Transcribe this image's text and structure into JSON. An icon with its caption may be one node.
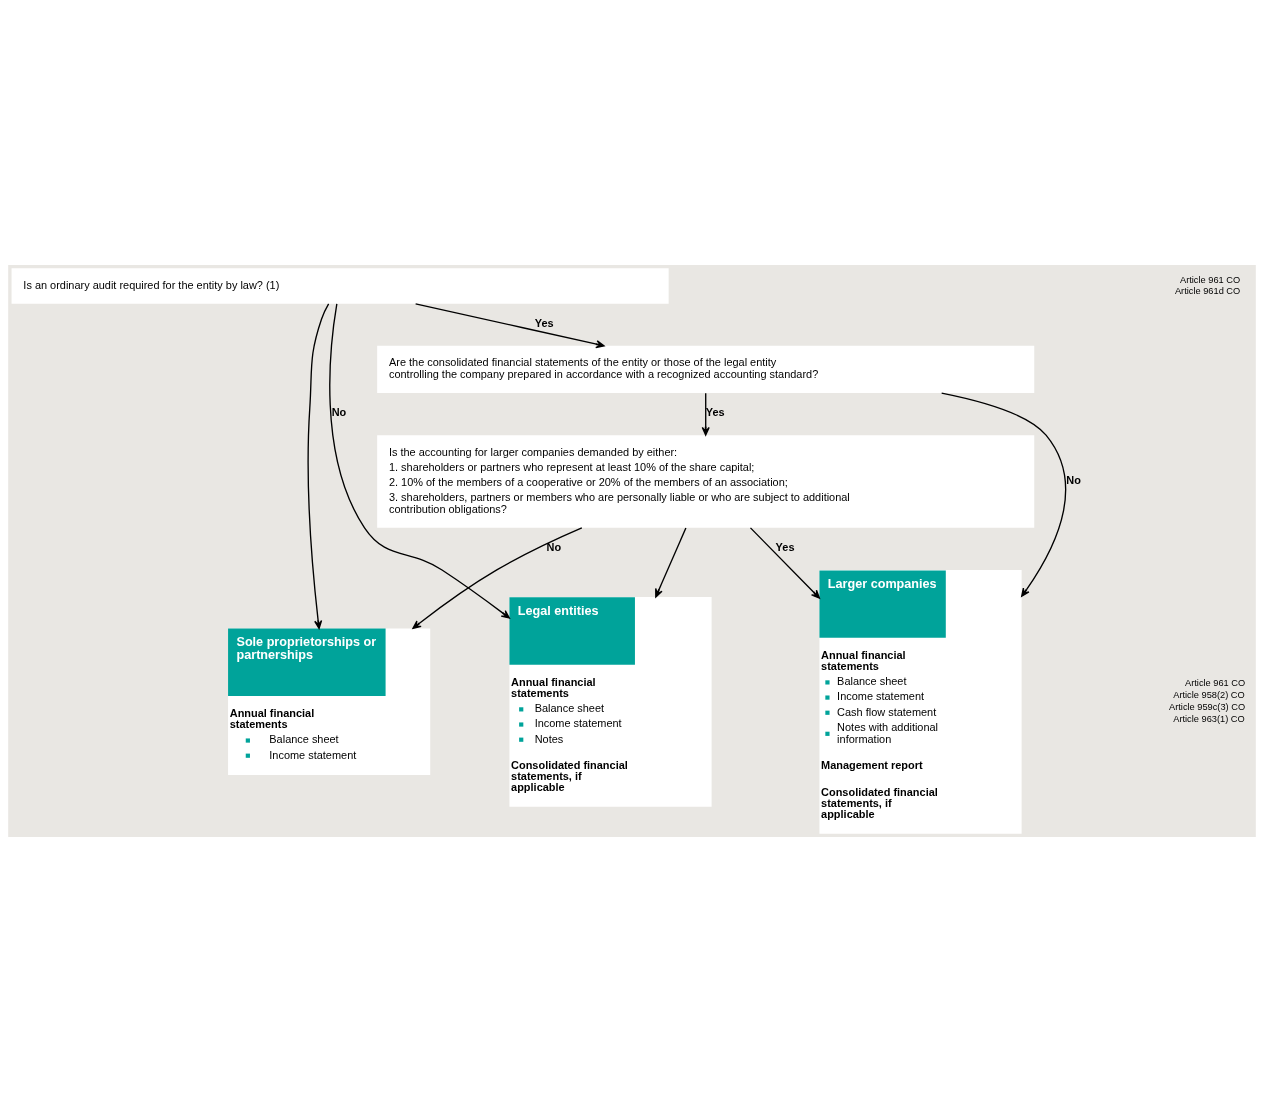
{
  "diagram": {
    "nodes": [
      {
        "text": [
          "Is an ordinary audit required for the entity by law? (1)"
        ]
      },
      {
        "text": [
          "Are the consolidated financial statements of the entity or those of the legal entity controlling the company prepared in accordance with a recognized accounting standard?"
        ]
      },
      {
        "text": [
          "Is the accounting for larger companies demanded by either:",
          "1. shareholders or partners who represent at least 10% of the share capital;",
          "2. 10% of the members of a cooperative or 20% of the members of an association;",
          "3. shareholders, partners or members who are personally liable or who are subject to additional contribution obligations?"
        ]
      },
      {
        "text": [
          "Larger companies",
          "Annual financial statements",
          "Balance sheet",
          "Income statement",
          "Cash flow statement",
          "Notes with additional information",
          "Management report",
          "Consolidated financial statements, if applicable"
        ]
      },
      {
        "text": [
          "Sole proprietorships or partnerships",
          "Annual financial statements",
          "Balance sheet",
          "Income statement"
        ]
      },
      {
        "text": [
          "Legal entities",
          "Annual financial statements",
          "Balance sheet",
          "Income statement",
          "Notes",
          "Consolidated financial statements, if applicable"
        ]
      }
    ],
    "edges": [
      {
        "from": 0,
        "to": 1,
        "arrow": "to",
        "label": "Yes"
      },
      {
        "from": 1,
        "to": 2,
        "arrow": "to",
        "label": "Yes"
      },
      {
        "from": 0,
        "to": 5,
        "arrow": "to",
        "label": "No"
      },
      {
        "from": 0,
        "to": 4,
        "arrow": "to"
      },
      {
        "from": 1,
        "to": 3,
        "arrow": "to",
        "label": "No"
      },
      {
        "from": 2,
        "to": 3,
        "arrow": "to",
        "label": "Yes"
      },
      {
        "from": 2,
        "to": 4,
        "arrow": "to",
        "label": "No"
      },
      {
        "from": 2,
        "to": 5,
        "arrow": "to"
      }
    ],
    "labels": [
      "Article 961 CO",
      "Article 961d CO",
      "Article 961 CO",
      "Article 958(2) CO",
      "Article 959c(3) CO",
      "Article 963(1) CO"
    ]
  }
}
